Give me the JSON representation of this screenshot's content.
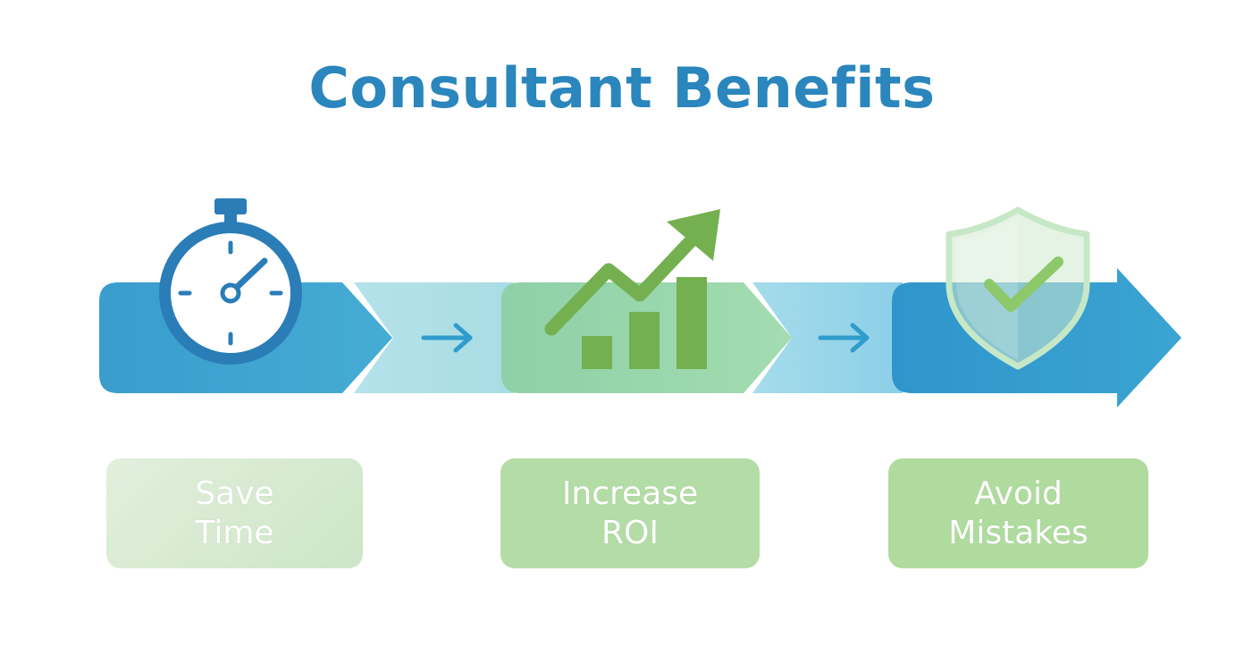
{
  "title": "Consultant Benefits",
  "colors": {
    "title": "#2a86bd",
    "blue_dark": "#2a7fb4",
    "blue_mid": "#3ea4d0",
    "blue_light": "#a9dbe6",
    "green_mid": "#7ab657",
    "green_light": "#a8d9a8"
  },
  "steps": [
    {
      "icon": "stopwatch-icon",
      "label": "Save\nTime"
    },
    {
      "icon": "growth-chart-icon",
      "label": "Increase\nROI"
    },
    {
      "icon": "shield-check-icon",
      "label": "Avoid\nMistakes"
    }
  ],
  "connectors": [
    {
      "icon": "arrow-right-icon"
    },
    {
      "icon": "arrow-right-icon"
    }
  ]
}
